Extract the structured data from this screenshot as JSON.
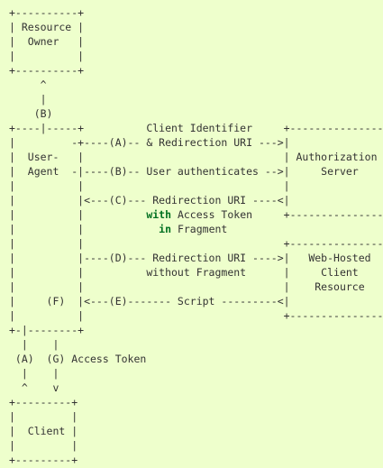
{
  "colors": {
    "background": "#eeffcc",
    "text": "#333333",
    "keyword": "#007020"
  },
  "lines": [
    "+----------+",
    "| Resource |",
    "|  Owner   |",
    "|          |",
    "+----------+",
    "     ^",
    "     |",
    "    (B)",
    "+----|-----+          Client Identifier     +---------------+",
    "|         -+----(A)-- & Redirection URI --->|               |",
    "|  User-   |                                | Authorization |",
    "|  Agent  -|----(B)-- User authenticates -->|     Server    |",
    "|          |                                |               |",
    "|          |<---(C)--- Redirection URI ----<|               |",
    "|          |          with Access Token     +---------------+",
    "|          |            in Fragment",
    "|          |                                +---------------+",
    "|          |----(D)--- Redirection URI ---->|   Web-Hosted  |",
    "|          |          without Fragment      |     Client    |",
    "|          |                                |    Resource   |",
    "|     (F)  |<---(E)------- Script ---------<|               |",
    "|          |                                +---------------+",
    "+-|--------+",
    "  |    |",
    " (A)  (G) Access Token",
    "  |    |",
    "  ^    v",
    "+---------+",
    "|         |",
    "|  Client |",
    "|         |",
    "+---------+"
  ]
}
